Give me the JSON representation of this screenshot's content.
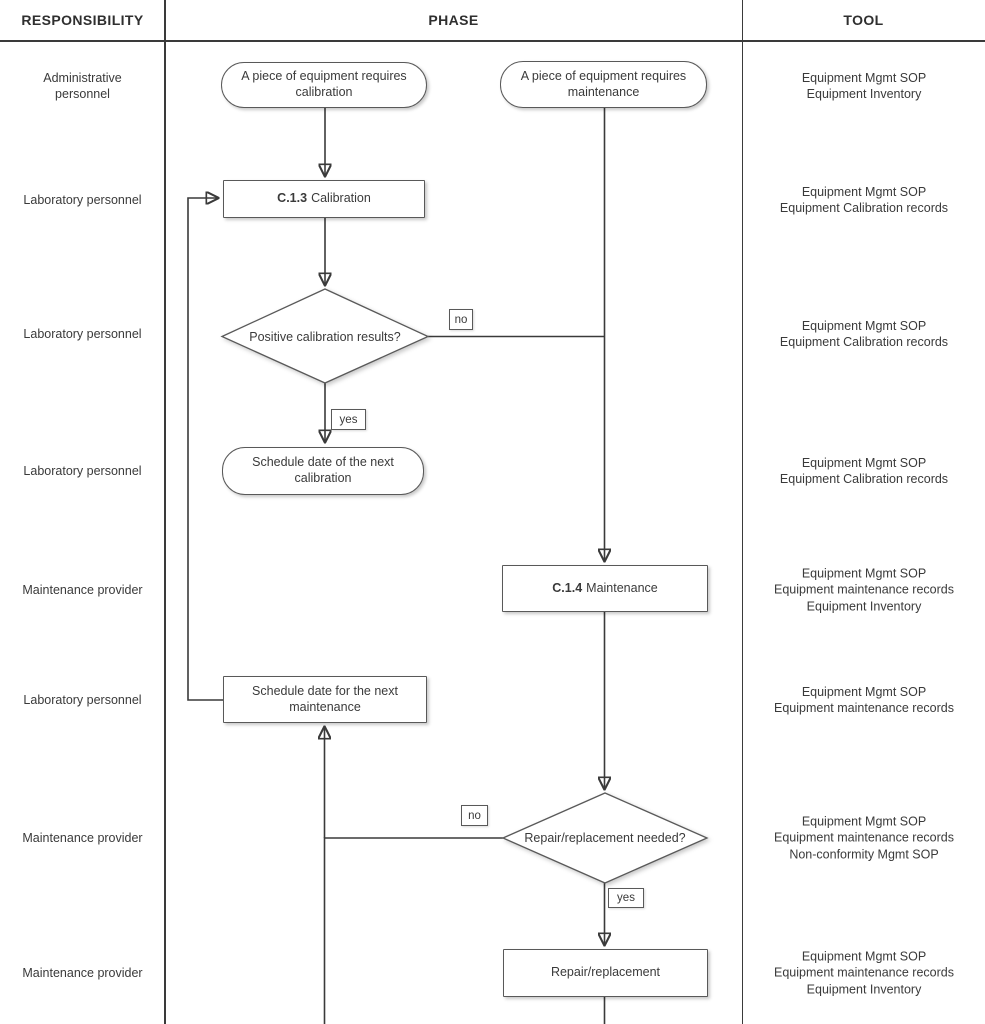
{
  "header": {
    "responsibility": "RESPONSIBILITY",
    "phase": "PHASE",
    "tool": "TOOL"
  },
  "lanes": {
    "responsibility": [
      "Administrative personnel",
      "Laboratory personnel",
      "Laboratory personnel",
      "Laboratory personnel",
      "Maintenance provider",
      "Laboratory personnel",
      "Maintenance provider",
      "Maintenance provider"
    ],
    "tools": [
      "Equipment Mgmt SOP\nEquipment Inventory",
      "Equipment Mgmt SOP\nEquipment Calibration records",
      "Equipment Mgmt SOP\nEquipment Calibration records",
      "Equipment Mgmt SOP\nEquipment Calibration records",
      "Equipment Mgmt SOP\nEquipment maintenance records\nEquipment Inventory",
      "Equipment Mgmt SOP\nEquipment maintenance records",
      "Equipment Mgmt SOP\nEquipment maintenance records\nNon-conformity Mgmt SOP",
      "Equipment Mgmt SOP\nEquipment maintenance records\nEquipment Inventory"
    ]
  },
  "nodes": {
    "start_calibration": {
      "label": "A piece of equipment requires calibration"
    },
    "start_maintenance": {
      "label": "A piece of equipment requires maintenance"
    },
    "calibration_step": {
      "code": "C.1.3",
      "label": "Calibration"
    },
    "calibration_decision": {
      "label": "Positive calibration results?"
    },
    "schedule_calibration": {
      "label": "Schedule date of the next calibration"
    },
    "maintenance_step": {
      "code": "C.1.4",
      "label": "Maintenance"
    },
    "schedule_maintenance": {
      "label": "Schedule date for the next maintenance"
    },
    "repair_decision": {
      "label": "Repair/replacement needed?"
    },
    "repair_step": {
      "label": "Repair/replacement"
    }
  },
  "edge_labels": {
    "calibration_no": "no",
    "calibration_yes": "yes",
    "repair_no": "no",
    "repair_yes": "yes"
  },
  "colors": {
    "line": "#3a3a3a",
    "node_border": "#595959",
    "background": "#ffffff"
  }
}
